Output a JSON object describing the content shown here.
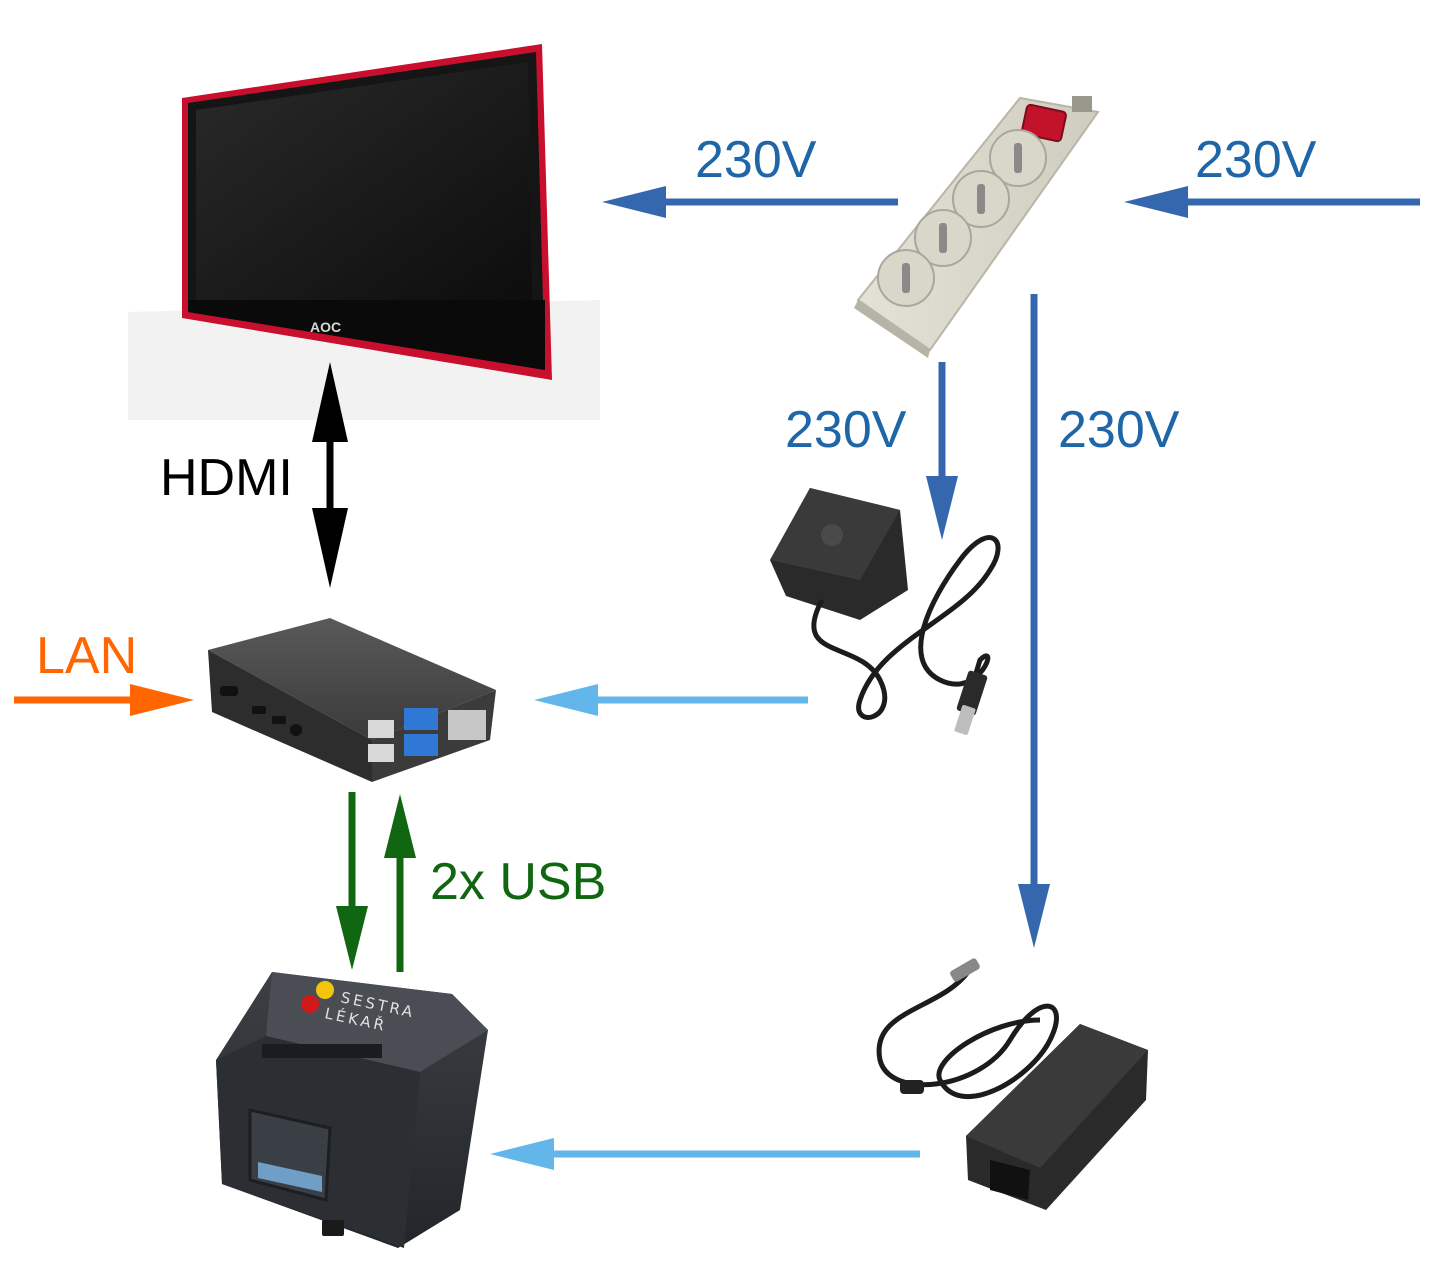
{
  "labels": {
    "power_to_monitor": "230V",
    "power_input": "230V",
    "power_to_pi_adapter": "230V",
    "power_to_printer_adapter": "230V",
    "hdmi": "HDMI",
    "lan": "LAN",
    "usb": "2x USB"
  },
  "devices": {
    "monitor_logo": "AOC",
    "printer_line1": "SESTRA",
    "printer_line2": "LÉKAŘ"
  },
  "colors": {
    "power_arrow": "#3467ae",
    "dc_arrow": "#62b6ea",
    "hdmi_arrow": "#000000",
    "lan_arrow": "#ff6500",
    "usb_arrow": "#116611"
  }
}
